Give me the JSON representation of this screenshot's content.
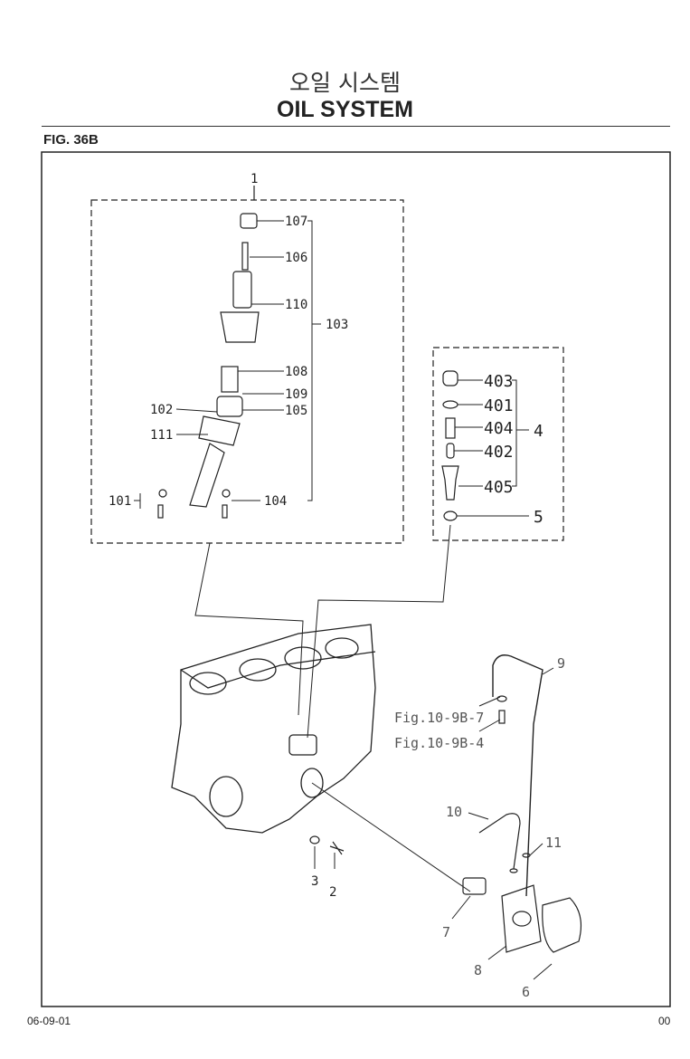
{
  "header": {
    "title_korean": "오일 시스템",
    "title_english": "OIL SYSTEM",
    "figure": "FIG. 36B"
  },
  "footer": {
    "date_code": "06-09-01",
    "page": "00"
  },
  "callouts": {
    "c1": "1",
    "c101": "101",
    "c102": "102",
    "c103": "103",
    "c104": "104",
    "c105": "105",
    "c106": "106",
    "c107": "107",
    "c108": "108",
    "c109": "109",
    "c110": "110",
    "c111": "111",
    "c4": "4",
    "c401": "401",
    "c402": "402",
    "c403": "403",
    "c404": "404",
    "c405": "405",
    "c5": "5",
    "c2": "2",
    "c3": "3",
    "c6": "6",
    "c7": "7",
    "c8": "8",
    "c9": "9",
    "c10": "10",
    "c11": "11",
    "ref1": "Fig.10-9B-7",
    "ref2": "Fig.10-9B-4"
  }
}
